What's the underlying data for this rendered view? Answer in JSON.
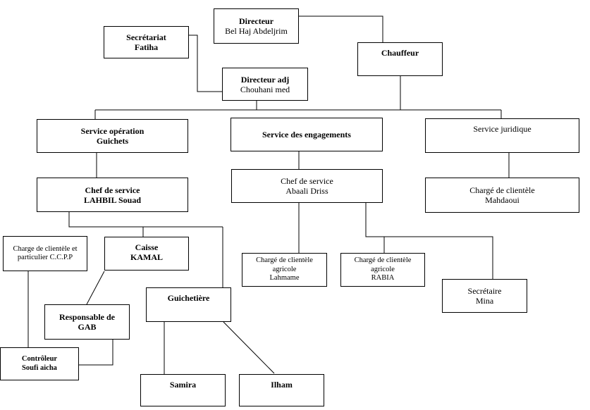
{
  "diagram": {
    "type": "organizational-chart",
    "language": "fr",
    "background_color": "#ffffff",
    "line_color": "#000000",
    "text_color": "#000000"
  },
  "nodes": {
    "directeur": {
      "lines": [
        "Directeur",
        "Bel Haj Abdeljrim"
      ]
    },
    "secretariat": {
      "lines": [
        "Secrétariat",
        "Fatiha"
      ]
    },
    "chauffeur": {
      "lines": [
        "Chauffeur"
      ]
    },
    "directeur_adj": {
      "lines": [
        "Directeur adj",
        "Chouhani med"
      ]
    },
    "service_operation": {
      "lines": [
        "Service opération",
        "Guichets"
      ]
    },
    "service_engagements": {
      "lines": [
        "Service des engagements"
      ]
    },
    "service_juridique": {
      "lines": [
        "Service juridique"
      ]
    },
    "chef_lahbil": {
      "lines": [
        "Chef de service",
        "LAHBIL Souad"
      ]
    },
    "chef_abaali": {
      "lines": [
        "Chef de service",
        "Abaali Driss"
      ]
    },
    "charge_mahdaoui": {
      "lines": [
        "Chargé de clientèle",
        "Mahdaoui"
      ]
    },
    "ccpp": {
      "lines": [
        "Charge de clientèle et",
        "particulier C.C.P.P"
      ]
    },
    "caisse": {
      "lines": [
        "Caisse",
        "KAMAL"
      ]
    },
    "guichetiere": {
      "lines": [
        "Guichetière"
      ]
    },
    "responsable_gab": {
      "lines": [
        "Responsable de",
        "GAB"
      ]
    },
    "controleur": {
      "lines": [
        "Contrôleur",
        "Soufi aicha"
      ]
    },
    "samira": {
      "lines": [
        "Samira"
      ]
    },
    "ilham": {
      "lines": [
        "Ilham"
      ]
    },
    "charge_lahmame": {
      "lines": [
        "Chargé de clientèle",
        "agricole",
        "Lahmame"
      ]
    },
    "charge_rabia": {
      "lines": [
        "Chargé de clientèle",
        "agricole",
        "RABIA"
      ]
    },
    "secretaire_mina": {
      "lines": [
        "Secrétaire",
        "Mina"
      ]
    }
  },
  "edges": [
    "directeur-chauffeur",
    "secretariat-directeur_adj",
    "directeur_adj-trunk",
    "chauffeur-trunk",
    "trunk-service_operation",
    "trunk-service_juridique",
    "service_operation-chef_lahbil",
    "service_engagements-chef_abaali",
    "service_juridique-charge_mahdaoui",
    "chef_lahbil-ccpp_caisse_guichetiere",
    "ccpp-controleur",
    "caisse-responsable_gab",
    "responsable_gab-controleur",
    "guichetiere-samira",
    "guichetiere-ilham",
    "chef_abaali-charge_lahmame",
    "chef_abaali-charge_rabia_secretaire_mina"
  ]
}
